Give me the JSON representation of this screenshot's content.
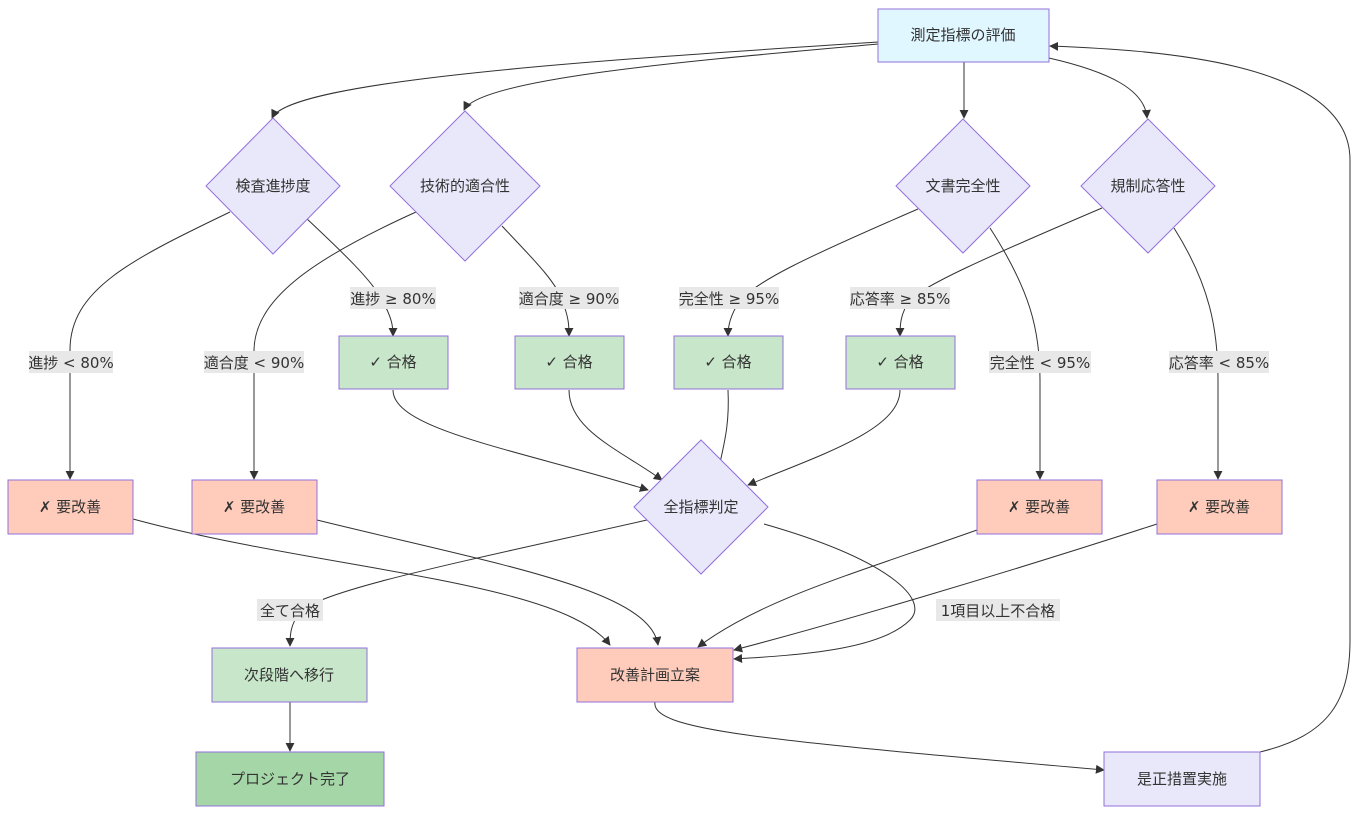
{
  "colors": {
    "start_fill": "#e0f7ff",
    "decision_fill": "#e8e8fa",
    "pass_fill": "#c8e6c9",
    "fail_fill": "#ffccbc",
    "next_fill": "#c8e6c9",
    "done_fill": "#a5d6a7",
    "action_fill": "#e8e8fa",
    "border": "#9370DB",
    "edge": "#333333",
    "label_bg": "#e8e8e8"
  },
  "nodes": {
    "start": "測定指標の評価",
    "d_progress": "検査進捗度",
    "d_tech": "技術的適合性",
    "d_doc": "文書完全性",
    "d_reg": "規制応答性",
    "pass_progress": "✓ 合格",
    "pass_tech": "✓ 合格",
    "pass_doc": "✓ 合格",
    "pass_reg": "✓ 合格",
    "fail_progress": "✗ 要改善",
    "fail_tech": "✗ 要改善",
    "fail_doc": "✗ 要改善",
    "fail_reg": "✗ 要改善",
    "judge": "全指標判定",
    "next_stage": "次段階へ移行",
    "plan": "改善計画立案",
    "done": "プロジェクト完了",
    "corrective": "是正措置実施"
  },
  "edge_labels": {
    "progress_pass": "進捗 ≥ 80%",
    "progress_fail": "進捗 < 80%",
    "tech_pass": "適合度 ≥ 90%",
    "tech_fail": "適合度 < 90%",
    "doc_pass": "完全性 ≥ 95%",
    "doc_fail": "完全性 < 95%",
    "reg_pass": "応答率 ≥ 85%",
    "reg_fail": "応答率 < 85%",
    "all_pass": "全て合格",
    "any_fail": "1項目以上不合格"
  }
}
